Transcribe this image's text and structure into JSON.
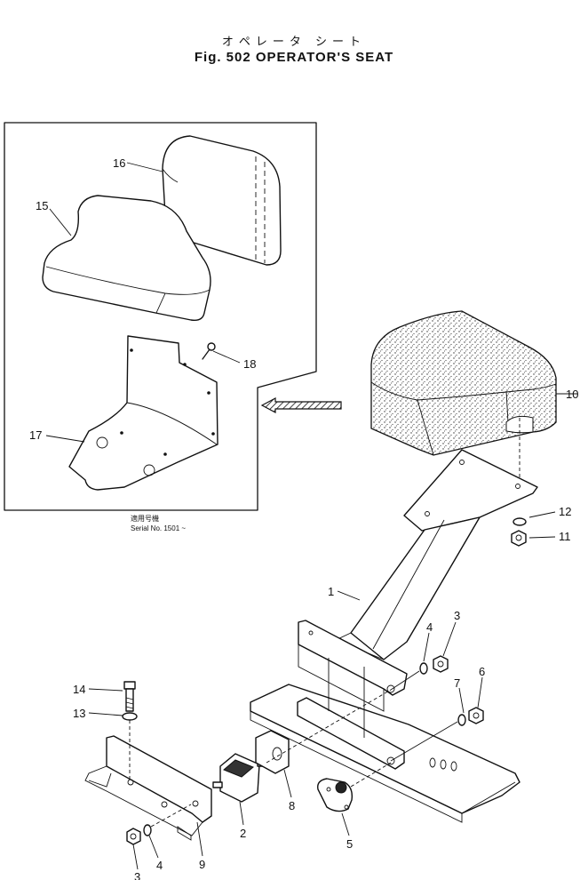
{
  "title": {
    "japanese": "オペレータ シート",
    "english": "Fig. 502 OPERATOR'S SEAT"
  },
  "inset": {
    "serial_label_jp": "適用号機",
    "serial_label_en": "Serial No. 1501 ~"
  },
  "callouts": [
    {
      "id": "c16",
      "label": "16"
    },
    {
      "id": "c15",
      "label": "15"
    },
    {
      "id": "c18",
      "label": "18"
    },
    {
      "id": "c17",
      "label": "17"
    },
    {
      "id": "c10",
      "label": "10"
    },
    {
      "id": "c12",
      "label": "12"
    },
    {
      "id": "c11",
      "label": "11"
    },
    {
      "id": "c1",
      "label": "1"
    },
    {
      "id": "c4a",
      "label": "4"
    },
    {
      "id": "c3a",
      "label": "3"
    },
    {
      "id": "c7",
      "label": "7"
    },
    {
      "id": "c6",
      "label": "6"
    },
    {
      "id": "c14",
      "label": "14"
    },
    {
      "id": "c13",
      "label": "13"
    },
    {
      "id": "c8",
      "label": "8"
    },
    {
      "id": "c2",
      "label": "2"
    },
    {
      "id": "c5",
      "label": "5"
    },
    {
      "id": "c3b",
      "label": "3"
    },
    {
      "id": "c4b",
      "label": "4"
    },
    {
      "id": "c9",
      "label": "9"
    }
  ]
}
